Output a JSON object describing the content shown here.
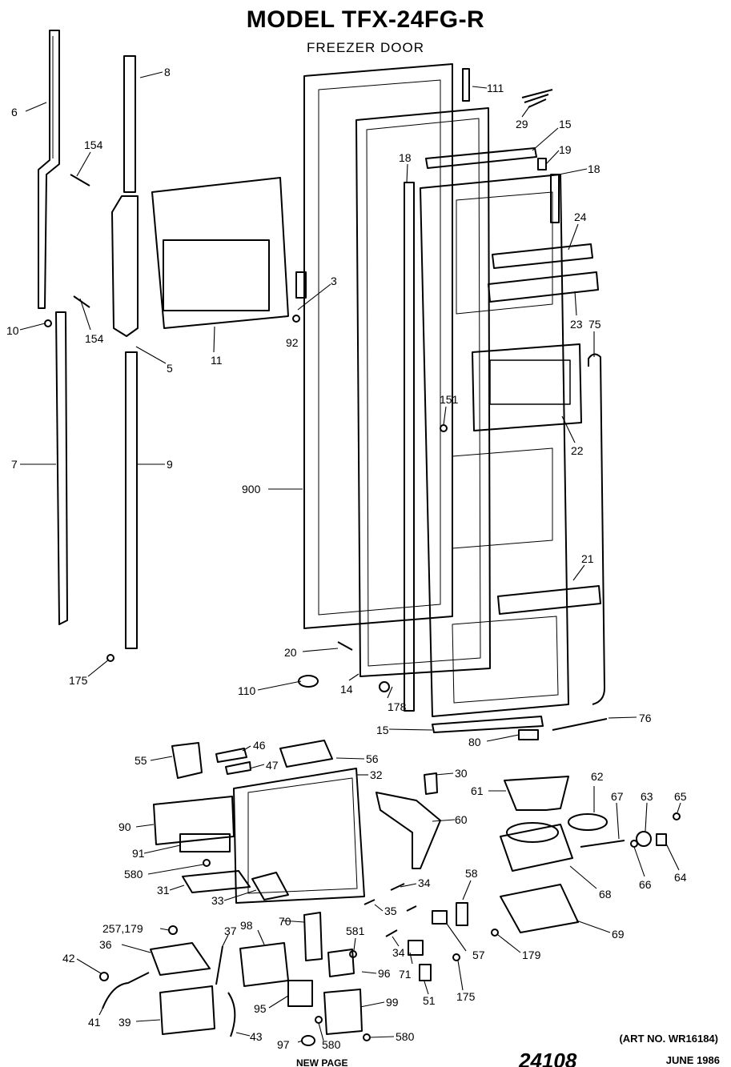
{
  "title": "MODEL TFX-24FG-R",
  "subtitle": "FREEZER DOOR",
  "art_number": "(ART NO. WR16184)",
  "page_note": "NEW PAGE",
  "date": "JUNE 1986",
  "stamp": "24108",
  "callouts": [
    "6",
    "8",
    "154",
    "154",
    "10",
    "5",
    "7",
    "9",
    "175",
    "11",
    "3",
    "92",
    "900",
    "111",
    "29",
    "15",
    "19",
    "18",
    "18",
    "24",
    "23",
    "75",
    "151",
    "22",
    "21",
    "20",
    "110",
    "14",
    "178",
    "15",
    "80",
    "76",
    "46",
    "47",
    "55",
    "56",
    "32",
    "30",
    "61",
    "62",
    "67",
    "63",
    "65",
    "60",
    "90",
    "91",
    "580",
    "31",
    "33",
    "34",
    "35",
    "34",
    "58",
    "64",
    "66",
    "68",
    "257,179",
    "36",
    "37",
    "98",
    "70",
    "581",
    "57",
    "179",
    "69",
    "42",
    "41",
    "39",
    "95",
    "96",
    "71",
    "51",
    "175",
    "99",
    "43",
    "97",
    "580",
    "580"
  ]
}
